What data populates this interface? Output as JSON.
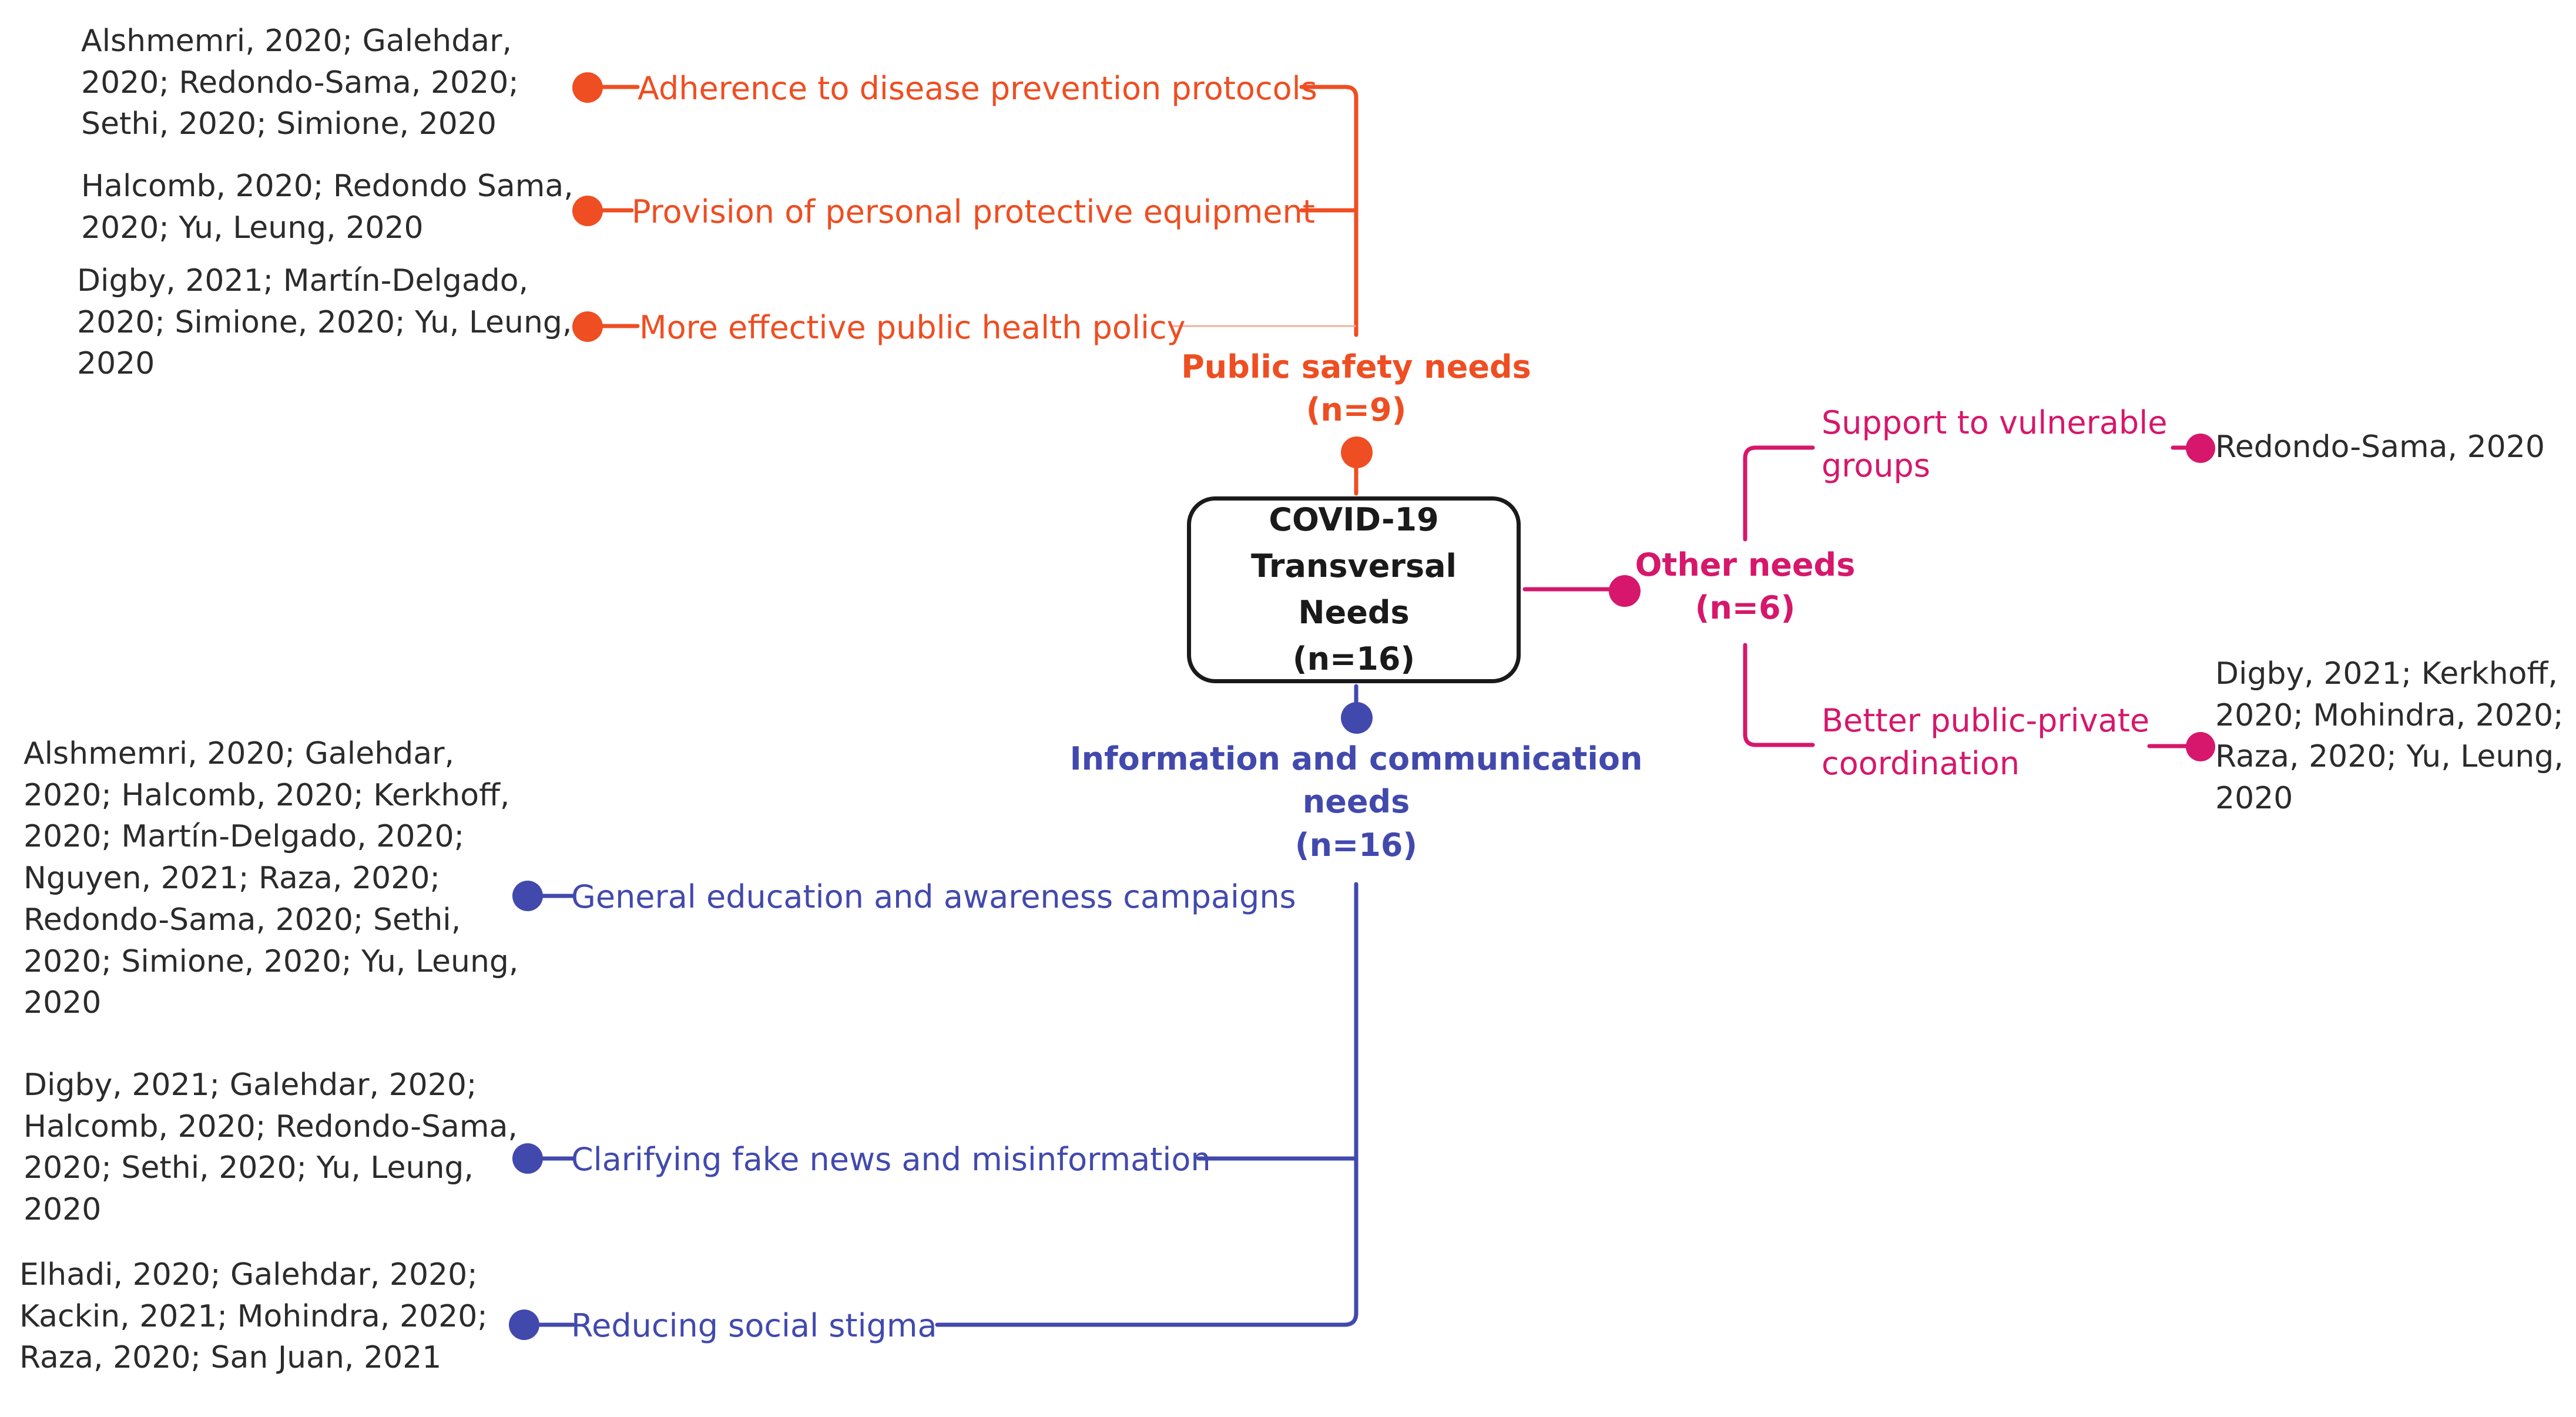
{
  "center": {
    "label": "COVID-19\nTransversal Needs\n(n=16)"
  },
  "colors": {
    "safety": "#ee4e22",
    "info": "#4249ad",
    "other": "#d6176b",
    "text": "#2b2b2b"
  },
  "public_safety": {
    "title": "Public safety needs",
    "count": "(n=9)",
    "items": [
      {
        "label": "Adherence to disease prevention protocols",
        "refs": [
          "Alshmemri, 2020; Galehdar,",
          "2020; Redondo-Sama, 2020;",
          "Sethi, 2020; Simione, 2020"
        ]
      },
      {
        "label": "Provision of personal protective equipment",
        "refs": [
          "Halcomb, 2020; Redondo Sama,",
          "2020; Yu, Leung, 2020"
        ]
      },
      {
        "label": "More effective public health policy",
        "refs": [
          "Digby, 2021; Martín-Delgado,",
          "2020; Simione, 2020; Yu, Leung,",
          "2020"
        ]
      }
    ]
  },
  "information": {
    "title_line1": "Information and communication",
    "title_line2": "needs",
    "count": "(n=16)",
    "items": [
      {
        "label": "General education and awareness campaigns",
        "refs": [
          "Alshmemri, 2020; Galehdar,",
          "2020; Halcomb, 2020; Kerkhoff,",
          "2020;  Martín-Delgado, 2020;",
          "Nguyen, 2021; Raza, 2020;",
          "Redondo-Sama, 2020;  Sethi,",
          "2020; Simione, 2020; Yu, Leung,",
          "2020"
        ]
      },
      {
        "label": "Clarifying fake news and misinformation",
        "refs": [
          "Digby, 2021; Galehdar, 2020;",
          "Halcomb, 2020; Redondo-Sama,",
          "2020; Sethi, 2020; Yu, Leung,",
          "2020"
        ]
      },
      {
        "label": "Reducing social stigma",
        "refs": [
          "Elhadi, 2020; Galehdar, 2020;",
          "Kackin, 2021; Mohindra, 2020;",
          "Raza, 2020; San Juan, 2021"
        ]
      }
    ]
  },
  "other": {
    "title": "Other needs",
    "count": "(n=6)",
    "items": [
      {
        "label_lines": [
          "Support to vulnerable",
          "groups"
        ],
        "refs": [
          "Redondo-Sama, 2020"
        ]
      },
      {
        "label_lines": [
          "Better public-private",
          "coordination"
        ],
        "refs": [
          "Digby, 2021; Kerkhoff,",
          "2020; Mohindra, 2020;",
          "Raza, 2020; Yu, Leung,",
          "2020"
        ]
      }
    ]
  }
}
